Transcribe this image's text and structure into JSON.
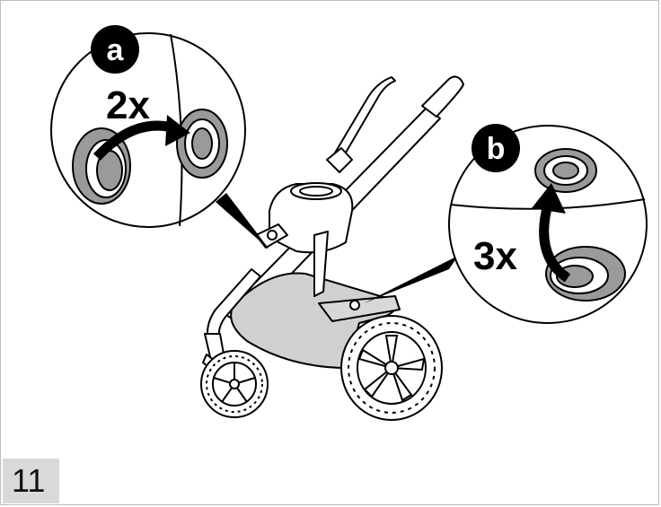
{
  "step": {
    "number": "11"
  },
  "callout_a": {
    "badge": "a",
    "count": "2x"
  },
  "callout_b": {
    "badge": "b",
    "count": "3x"
  },
  "colors": {
    "line": "#000000",
    "fabric_gray": "#d0d0d0",
    "button_gray": "#9a9a9a",
    "step_box": "#d9d9d9"
  }
}
